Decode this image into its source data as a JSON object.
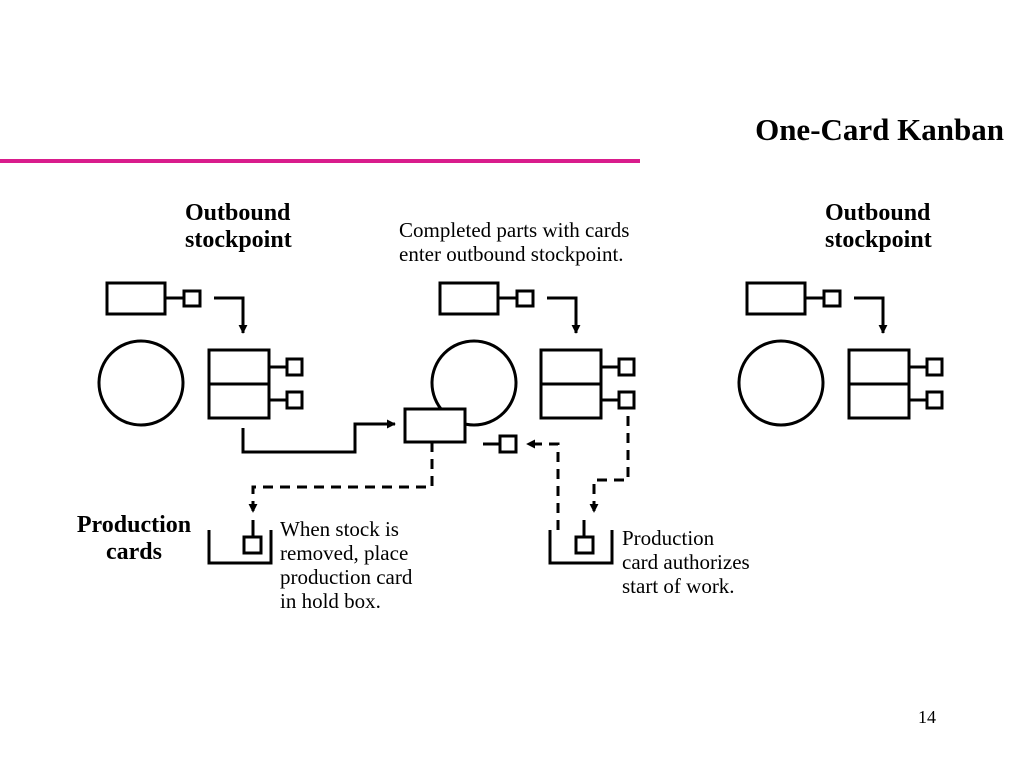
{
  "title": "One-Card Kanban",
  "colors": {
    "accent_rule": "#d91c8c",
    "ink": "#000000"
  },
  "labels": {
    "left_stockpoint": [
      "Outbound",
      "stockpoint"
    ],
    "right_stockpoint": [
      "Outbound",
      "stockpoint"
    ],
    "production_cards": [
      "Production",
      "cards"
    ]
  },
  "notes": {
    "completed_parts": [
      "Completed parts with cards",
      "enter outbound stockpoint."
    ],
    "stock_removed": [
      "When stock is",
      "removed, place",
      "production card",
      "in hold box."
    ],
    "authorizes": [
      "Production",
      "card authorizes",
      "start of work."
    ]
  },
  "page_number": "14"
}
